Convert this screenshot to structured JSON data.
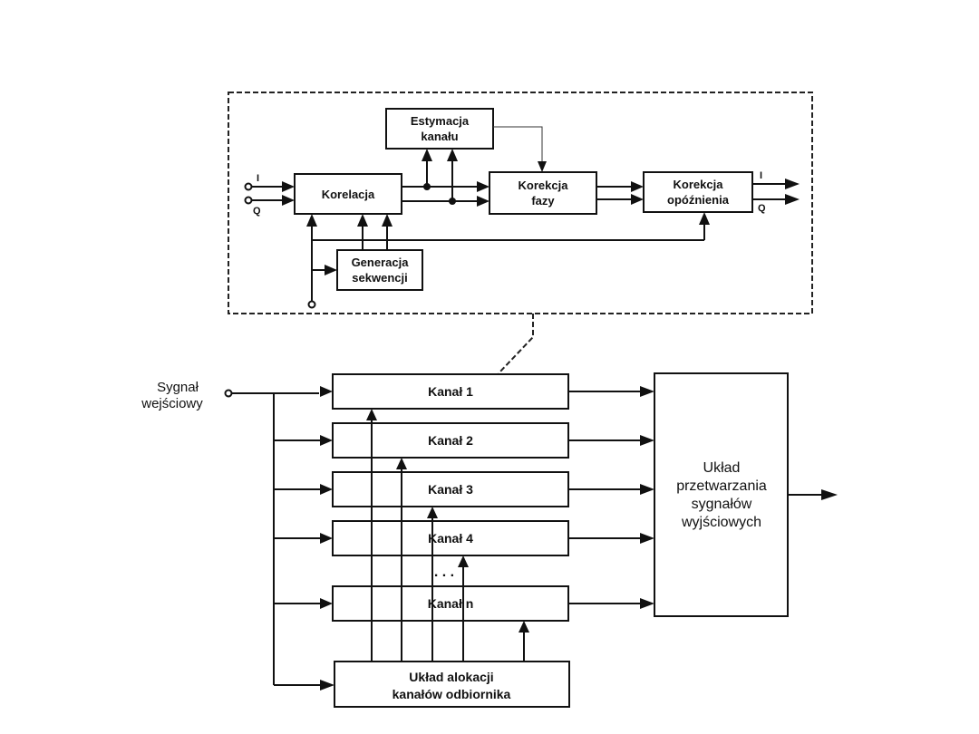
{
  "detail": {
    "estymacja": [
      "Estymacja",
      "kanału"
    ],
    "korelacja": "Korelacja",
    "korekcja_fazy": [
      "Korekcja",
      "fazy"
    ],
    "korekcja_opoznienia": [
      "Korekcja",
      "opóźnienia"
    ],
    "generacja": [
      "Generacja",
      "sekwencji"
    ],
    "in_i": "I",
    "in_q": "Q",
    "out_i": "I",
    "out_q": "Q"
  },
  "main": {
    "input_label": [
      "Sygnał",
      "wejściowy"
    ],
    "channels": [
      "Kanał 1",
      "Kanał 2",
      "Kanał 3",
      "Kanał 4",
      "Kanał n"
    ],
    "ellipsis": ". . .",
    "allocation": [
      "Układ alokacji",
      "kanałów odbiornika"
    ],
    "output_block": [
      "Układ",
      "przetwarzania",
      "sygnałów",
      "wyjściowych"
    ]
  }
}
